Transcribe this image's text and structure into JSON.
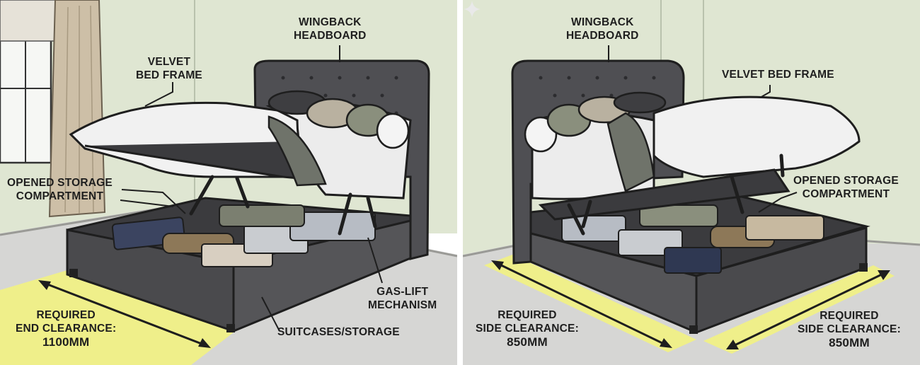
{
  "left_panel": {
    "labels": {
      "wingback": [
        "WINGBACK",
        "HEADBOARD"
      ],
      "velvet": [
        "VELVET",
        "BED FRAME"
      ],
      "storage": [
        "OPENED STORAGE",
        "COMPARTMENT"
      ],
      "gaslift": [
        "GAS-LIFT",
        "MECHANISM"
      ],
      "suitcases": "SUITCASES/STORAGE",
      "clearance": [
        "REQUIRED",
        "END CLEARANCE:",
        "1100mm"
      ]
    }
  },
  "right_panel": {
    "labels": {
      "wingback": [
        "WINGBACK",
        "HEADBOARD"
      ],
      "velvet": "VELVET BED FRAME",
      "storage": [
        "OPENED STORAGE",
        "COMPARTMENT"
      ],
      "clearance_left": [
        "REQUIRED",
        "SIDE CLEARANCE:",
        "850mm"
      ],
      "clearance_right": [
        "REQUIRED",
        "SIDE CLEARANCE:",
        "850mm"
      ]
    }
  },
  "colors": {
    "wall": "#dfe6d2",
    "floor": "#d6d6d4",
    "frame": "#4a4a4d",
    "headboard": "#4f4f53",
    "sheet": "#f1f1f1",
    "clearance_zone": "#efef8a",
    "outline": "#1e1e1e"
  },
  "icons": [
    "sparkle-icon"
  ]
}
